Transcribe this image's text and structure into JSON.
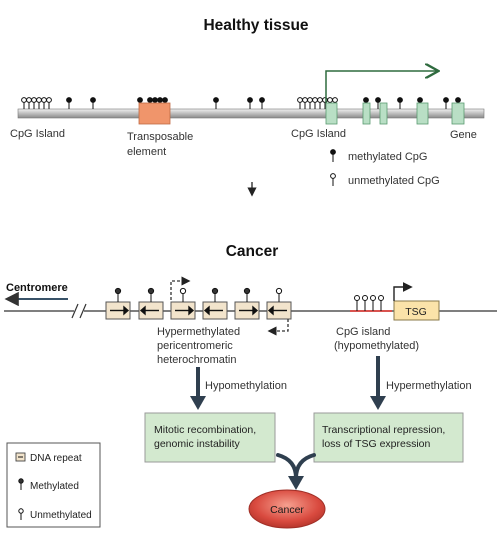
{
  "healthy": {
    "title": "Healthy tissue",
    "label_cpg_island_left": "CpG Island",
    "label_transposable_1": "Transposable",
    "label_transposable_2": "element",
    "label_cpg_island_right": "CpG Island",
    "label_gene": "Gene",
    "legend_methylated": "methylated CpG",
    "legend_unmethylated": "unmethylated CpG"
  },
  "cancer": {
    "title": "Cancer",
    "centromere": "Centromere",
    "peri_line1": "Hypermethylated",
    "peri_line2": "pericentromeric",
    "peri_line3": "heterochromatin",
    "cpg_line1": "CpG island",
    "cpg_line2": "(hypomethylated)",
    "tsg": "TSG",
    "hypomethylation": "Hypomethylation",
    "hypermethylation": "Hypermethylation",
    "box_left_line1": "Mitotic recombination,",
    "box_left_line2": "genomic instability",
    "box_right_line1": "Transcriptional repression,",
    "box_right_line2": "loss of TSG expression",
    "outcome": "Cancer"
  },
  "legend": {
    "dna_repeat": "DNA repeat",
    "methylated": "Methylated",
    "unmethylated": "Unmethylated"
  },
  "colors": {
    "gene_green": "#b9dfc5",
    "transposable_orange": "#f0956b",
    "arrow_green": "#2f6b3f",
    "box_green": "#d3e9cf",
    "tsg_yellow": "#fbe3a9",
    "cancer_red": "#d94a3f",
    "repeat_tan": "#f2e4cc"
  }
}
